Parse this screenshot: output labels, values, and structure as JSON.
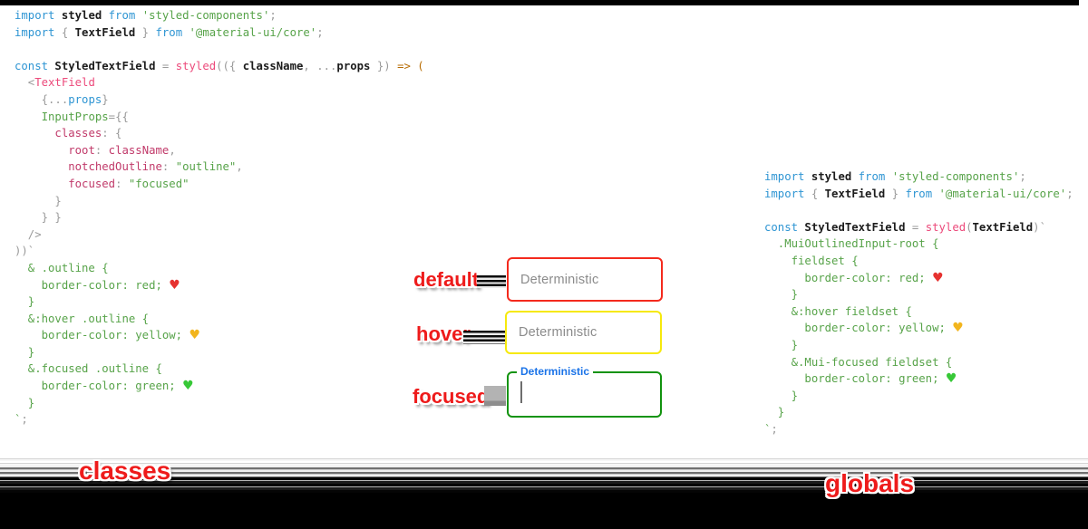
{
  "colors": {
    "keyword_blue": "#2e95d3",
    "ident_black": "#1c1c1c",
    "punct_gray": "#9a9a9a",
    "string_green": "#57a349",
    "pink": "#ec4a7b",
    "magenta": "#c13a6a",
    "orange": "#b76b01",
    "heart_red": "#e63230",
    "heart_yellow": "#f2b51e",
    "heart_green": "#37c837",
    "border_red": "#f42a1d",
    "border_yellow": "#f6e90c",
    "border_green": "#12930e",
    "float_blue": "#1a73e8",
    "annot_red": "#ee1b1b",
    "placeholder_gray": "#8b8b8b"
  },
  "states": {
    "default": {
      "label": "default",
      "field_text": "Deterministic"
    },
    "hover": {
      "label": "hover",
      "field_text": "Deterministic"
    },
    "focused": {
      "label": "focused",
      "float_label": "Deterministic"
    }
  },
  "footer": {
    "left_label": "classes",
    "right_label": "globals"
  },
  "code_blocks": [
    {
      "name": "code-block-classes",
      "lines": [
        [
          [
            "import ",
            "k"
          ],
          [
            "styled",
            "b"
          ],
          [
            " ",
            "p"
          ],
          [
            "from",
            "k"
          ],
          [
            " ",
            "p"
          ],
          [
            "'styled-components'",
            "s"
          ],
          [
            ";",
            "p"
          ]
        ],
        [
          [
            "import ",
            "k"
          ],
          [
            "{ ",
            "p"
          ],
          [
            "TextField",
            "b"
          ],
          [
            " } ",
            "p"
          ],
          [
            "from",
            "k"
          ],
          [
            " ",
            "p"
          ],
          [
            "'@material-ui/core'",
            "s"
          ],
          [
            ";",
            "p"
          ]
        ],
        [],
        [
          [
            "const ",
            "k"
          ],
          [
            "StyledTextField",
            "b"
          ],
          [
            " = ",
            "p"
          ],
          [
            "styled",
            "pk"
          ],
          [
            "(({ ",
            "p"
          ],
          [
            "className",
            "b"
          ],
          [
            ", ...",
            "p"
          ],
          [
            "props",
            "b"
          ],
          [
            " }) ",
            "p"
          ],
          [
            "=> (",
            "a"
          ]
        ],
        [
          [
            "  <",
            "p"
          ],
          [
            "TextField",
            "pk"
          ]
        ],
        [
          [
            "    {",
            "p"
          ],
          [
            "...",
            "p"
          ],
          [
            "props",
            "k"
          ],
          [
            "}",
            "p"
          ]
        ],
        [
          [
            "    ",
            "p"
          ],
          [
            "InputProps",
            "s"
          ],
          [
            "={{",
            "p"
          ]
        ],
        [
          [
            "      ",
            "p"
          ],
          [
            "classes",
            "pr"
          ],
          [
            ": {",
            "p"
          ]
        ],
        [
          [
            "        ",
            "p"
          ],
          [
            "root",
            "pr"
          ],
          [
            ": ",
            "p"
          ],
          [
            "className",
            "pr"
          ],
          [
            ",",
            "p"
          ]
        ],
        [
          [
            "        ",
            "p"
          ],
          [
            "notchedOutline",
            "pr"
          ],
          [
            ": ",
            "p"
          ],
          [
            "\"outline\"",
            "s"
          ],
          [
            ",",
            "p"
          ]
        ],
        [
          [
            "        ",
            "p"
          ],
          [
            "focused",
            "pr"
          ],
          [
            ": ",
            "p"
          ],
          [
            "\"focused\"",
            "s"
          ]
        ],
        [
          [
            "      }",
            "p"
          ]
        ],
        [
          [
            "    } }",
            "p"
          ]
        ],
        [
          [
            "  />",
            "p"
          ]
        ],
        [
          [
            "))`",
            "p"
          ]
        ],
        [
          [
            "  & .outline {",
            "g"
          ]
        ],
        [
          [
            "    border-color: red; ",
            "g"
          ],
          [
            "♥",
            "hr"
          ]
        ],
        [
          [
            "  }",
            "g"
          ]
        ],
        [
          [
            "  &:hover .outline {",
            "g"
          ]
        ],
        [
          [
            "    border-color: yellow; ",
            "g"
          ],
          [
            "♥",
            "hy"
          ]
        ],
        [
          [
            "  }",
            "g"
          ]
        ],
        [
          [
            "  &.focused .outline {",
            "g"
          ]
        ],
        [
          [
            "    border-color: green; ",
            "g"
          ],
          [
            "♥",
            "hg"
          ]
        ],
        [
          [
            "  }",
            "g"
          ]
        ],
        [
          [
            "`",
            "g"
          ],
          [
            ";",
            "p"
          ]
        ]
      ]
    },
    {
      "name": "code-block-globals",
      "lines": [
        [
          [
            "import ",
            "k"
          ],
          [
            "styled",
            "b"
          ],
          [
            " ",
            "p"
          ],
          [
            "from",
            "k"
          ],
          [
            " ",
            "p"
          ],
          [
            "'styled-components'",
            "s"
          ],
          [
            ";",
            "p"
          ]
        ],
        [
          [
            "import ",
            "k"
          ],
          [
            "{ ",
            "p"
          ],
          [
            "TextField",
            "b"
          ],
          [
            " } ",
            "p"
          ],
          [
            "from",
            "k"
          ],
          [
            " ",
            "p"
          ],
          [
            "'@material-ui/core'",
            "s"
          ],
          [
            ";",
            "p"
          ]
        ],
        [],
        [
          [
            "const ",
            "k"
          ],
          [
            "StyledTextField",
            "b"
          ],
          [
            " = ",
            "p"
          ],
          [
            "styled",
            "pk"
          ],
          [
            "(",
            "p"
          ],
          [
            "TextField",
            "b"
          ],
          [
            ")`",
            "p"
          ]
        ],
        [
          [
            "  .MuiOutlinedInput-root {",
            "g"
          ]
        ],
        [
          [
            "    fieldset {",
            "g"
          ]
        ],
        [
          [
            "      border-color: red; ",
            "g"
          ],
          [
            "♥",
            "hr"
          ]
        ],
        [
          [
            "    }",
            "g"
          ]
        ],
        [
          [
            "    &:hover fieldset {",
            "g"
          ]
        ],
        [
          [
            "      border-color: yellow; ",
            "g"
          ],
          [
            "♥",
            "hy"
          ]
        ],
        [
          [
            "    }",
            "g"
          ]
        ],
        [
          [
            "    &.Mui-focused fieldset {",
            "g"
          ]
        ],
        [
          [
            "      border-color: green; ",
            "g"
          ],
          [
            "♥",
            "hg"
          ]
        ],
        [
          [
            "    }",
            "g"
          ]
        ],
        [
          [
            "  }",
            "g"
          ]
        ],
        [
          [
            "`",
            "g"
          ],
          [
            ";",
            "p"
          ]
        ]
      ]
    }
  ]
}
